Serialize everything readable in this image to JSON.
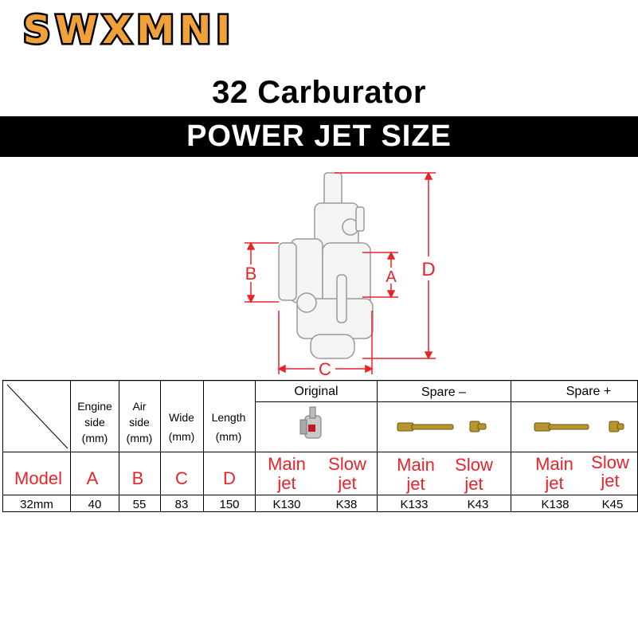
{
  "brand": {
    "logo_text": "SWXMNI"
  },
  "title": "32 Carburator",
  "banner": "POWER JET SIZE",
  "diagram": {
    "labels": {
      "a": "A",
      "b": "B",
      "c": "C",
      "d": "D"
    },
    "colors": {
      "dimension": "#e8232a"
    }
  },
  "table": {
    "header": {
      "engine_side": [
        "Engine",
        "side",
        "(mm)"
      ],
      "air_side": [
        "Air",
        "side",
        "(mm)"
      ],
      "wide": [
        "Wide",
        "(mm)"
      ],
      "length": [
        "Length",
        "(mm)"
      ],
      "original": "Original",
      "spare_minus": "Spare –",
      "spare_plus": "Spare +"
    },
    "codes": {
      "model": "Model",
      "a": "A",
      "b": "B",
      "c": "C",
      "d": "D",
      "main_jet": [
        "Main",
        "jet"
      ],
      "slow_jet": [
        "Slow",
        "jet"
      ]
    },
    "row": {
      "model": "32mm",
      "a": "40",
      "b": "55",
      "c": "83",
      "d": "150",
      "orig_main": "K130",
      "orig_slow": "K38",
      "minus_main": "K133",
      "minus_slow": "K43",
      "plus_main": "K138",
      "plus_slow": "K45"
    },
    "colors": {
      "code_text": "#e8232a",
      "jet_brass": "#b8952e"
    }
  }
}
